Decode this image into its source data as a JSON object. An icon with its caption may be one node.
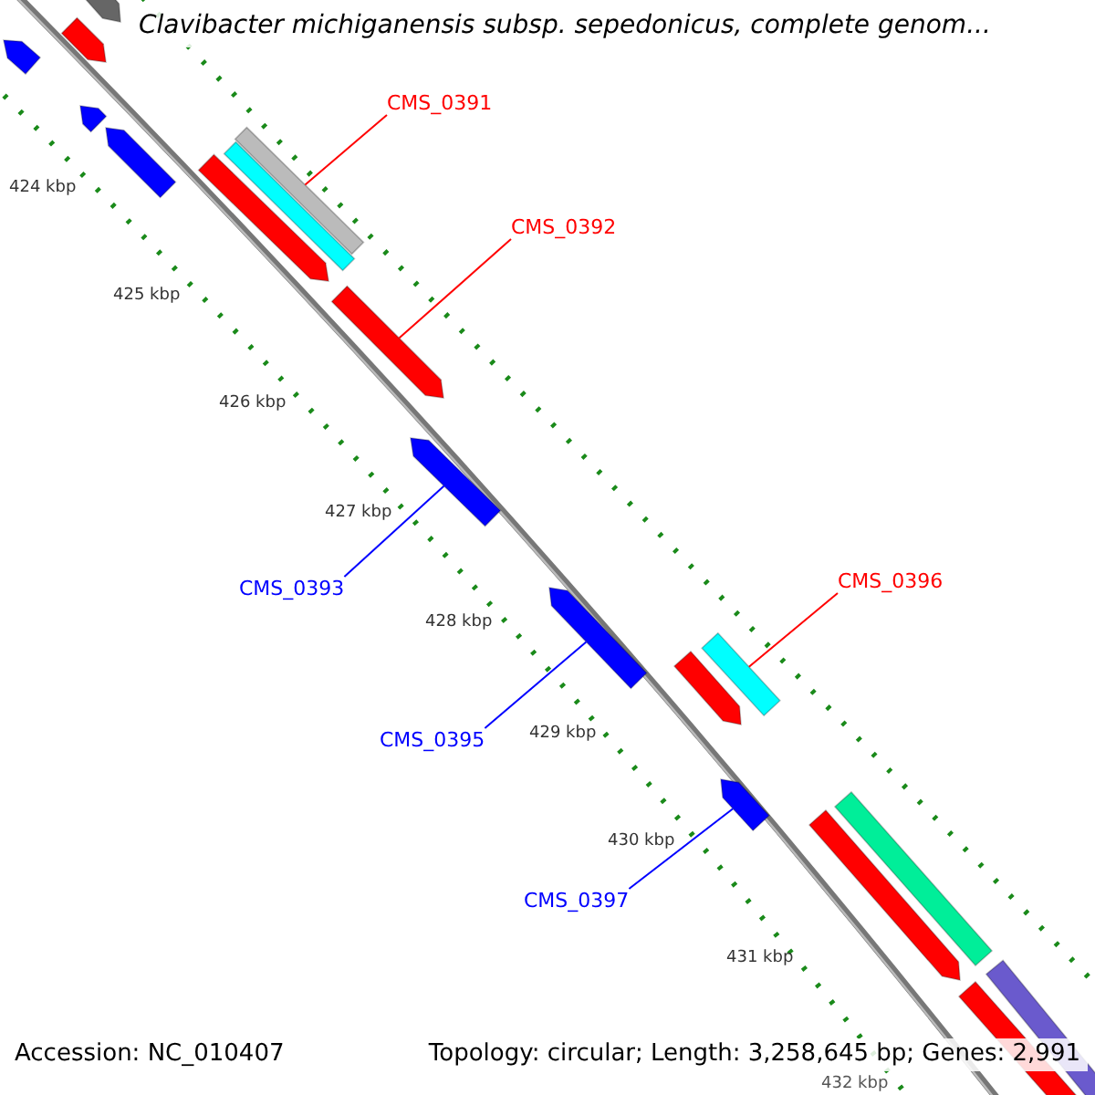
{
  "diagram": {
    "title": "Clavibacter michiganensis subsp. sepedonicus, complete genom...",
    "nodes": [
      {
        "text": [
          "CMS_0391"
        ]
      },
      {
        "text": [],
        "shape": "bar"
      },
      {
        "text": [
          "CMS_0392"
        ]
      },
      {
        "text": [],
        "shape": "bar"
      },
      {
        "text": [
          "CMS_0393"
        ]
      },
      {
        "text": [],
        "shape": "bar"
      },
      {
        "text": [
          "CMS_0396"
        ]
      },
      {
        "text": [],
        "shape": "bar"
      },
      {
        "text": [
          "CMS_0395"
        ]
      },
      {
        "text": [],
        "shape": "bar"
      },
      {
        "text": [
          "CMS_0397"
        ]
      },
      {
        "text": [],
        "shape": "bar"
      },
      {
        "text": [],
        "shape": "bar"
      },
      {
        "text": [],
        "shape": "bar"
      },
      {
        "text": [],
        "shape": "bar"
      },
      {
        "text": [],
        "shape": "bar"
      },
      {
        "text": [],
        "shape": "bar"
      },
      {
        "text": [],
        "shape": "bar"
      },
      {
        "text": [],
        "shape": "bar"
      },
      {
        "text": [],
        "shape": "bar"
      },
      {
        "text": [],
        "shape": "bar"
      },
      {
        "text": [],
        "shape": "bar"
      },
      {
        "text": [],
        "shape": "bar"
      },
      {
        "text": [],
        "shape": "bar"
      }
    ],
    "edges": [
      {
        "from": 0,
        "to": 1,
        "arrow": "none",
        "color": "#ff0000"
      },
      {
        "from": 2,
        "to": 3,
        "arrow": "none",
        "color": "#ff0000"
      },
      {
        "from": 4,
        "to": 5,
        "arrow": "none",
        "color": "#0000ff"
      },
      {
        "from": 6,
        "to": 7,
        "arrow": "none",
        "color": "#ff0000"
      },
      {
        "from": 8,
        "to": 9,
        "arrow": "none",
        "color": "#0000ff"
      },
      {
        "from": 10,
        "to": 11,
        "arrow": "none",
        "color": "#0000ff"
      }
    ],
    "labels": [
      "424 kbp",
      "425 kbp",
      "426 kbp",
      "427 kbp",
      "428 kbp",
      "429 kbp",
      "430 kbp",
      "431 kbp",
      "432 kbp",
      "Accession: NC_010407",
      "Topology: circular; Length: 3,258,645 bp; Genes: 2,991"
    ]
  }
}
